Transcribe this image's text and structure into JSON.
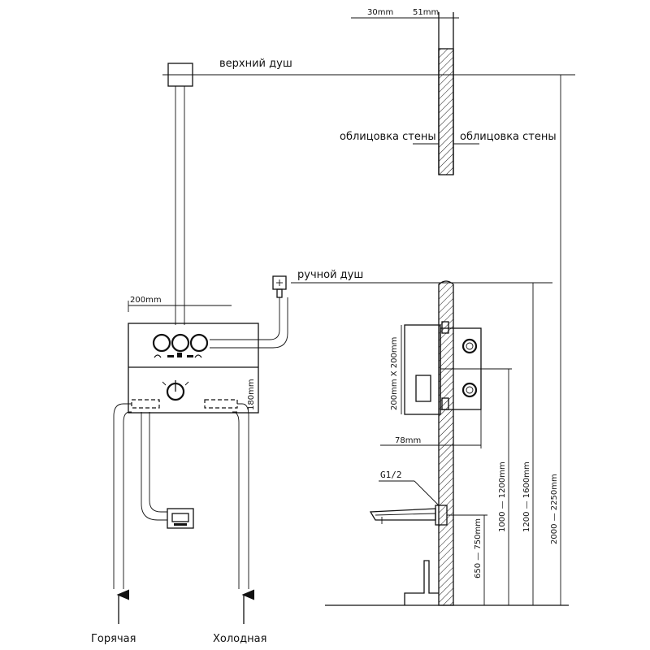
{
  "labels": {
    "top_shower": "верхний душ",
    "hand_shower": "ручной душ",
    "wall_cladding_left": "облицовка стены",
    "wall_cladding_right": "облицовка стены",
    "hot": "Горячая",
    "cold": "Холодная",
    "thread": "G1/2"
  },
  "dimensions": {
    "panel_width": "200mm",
    "panel_height": "180mm",
    "wall_min": "30mm",
    "wall_max": "51mm",
    "box_size": "200mm X 200mm",
    "box_depth": "78mm",
    "spout_height": "650 — 750mm",
    "mixer_height": "1000 — 1200mm",
    "hand_shower_height": "1200 — 1600mm",
    "top_shower_height": "2000 — 2250mm"
  }
}
